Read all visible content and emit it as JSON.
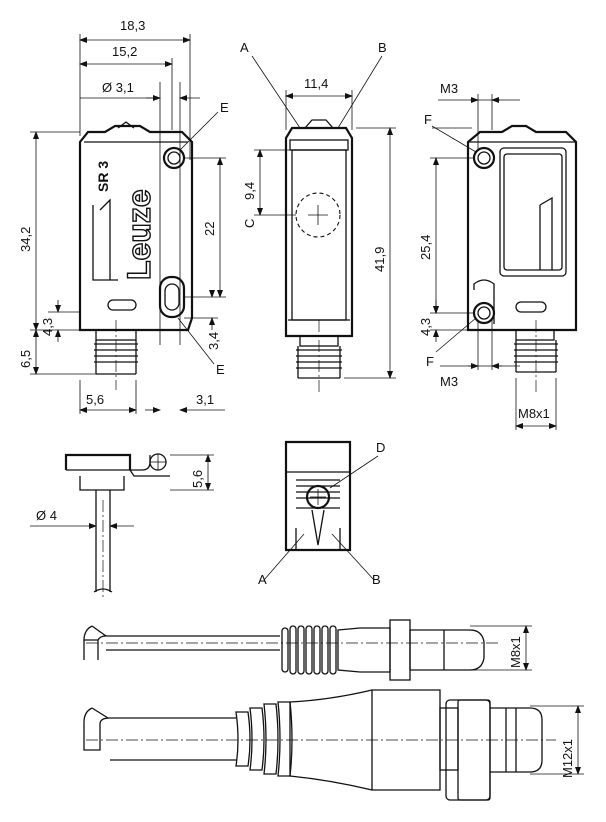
{
  "brand": {
    "logo_text": "Leuze",
    "model_text": "SR 3"
  },
  "labels": {
    "A": "A",
    "B": "B",
    "C": "C",
    "D": "D",
    "E": "E",
    "F": "F"
  },
  "side_view": {
    "width_overall": "18,3",
    "width_inner": "15,2",
    "hole_dia": "Ø 3,1",
    "height_total": "34,2",
    "hole_spacing": "22",
    "connector_height": "6,5",
    "base_height": "4,3",
    "lower_hole_offset": "3,4",
    "connector_width": "5,6",
    "edge_offset": "3,1"
  },
  "front_view": {
    "width": "11,4",
    "optic_offset": "9,4",
    "height_total": "41,9"
  },
  "rear_view": {
    "thread_top": "M3",
    "hole_spacing": "25,4",
    "base_height": "4,3",
    "thread_bottom": "M3",
    "connector_thread": "M8x1"
  },
  "cable_view": {
    "bend_height": "5,6",
    "cable_dia": "Ø 4"
  },
  "cables": {
    "m8_label": "M8x1",
    "m12_label": "M12x1"
  }
}
